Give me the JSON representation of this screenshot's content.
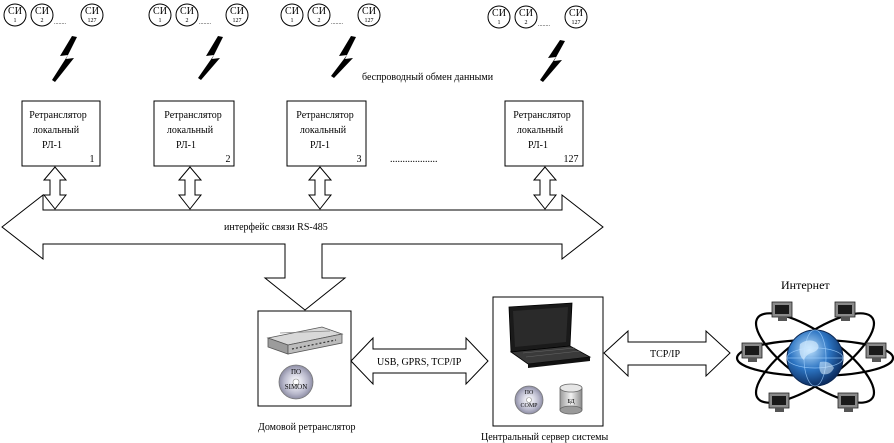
{
  "sensor_groups": [
    {
      "labels": [
        "СИ",
        "СИ",
        "СИ"
      ],
      "indices": [
        "1",
        "2",
        "127"
      ],
      "dots": "........"
    },
    {
      "labels": [
        "СИ",
        "СИ",
        "СИ"
      ],
      "indices": [
        "1",
        "2",
        "127"
      ],
      "dots": "........"
    },
    {
      "labels": [
        "СИ",
        "СИ",
        "СИ"
      ],
      "indices": [
        "1",
        "2",
        "127"
      ],
      "dots": "........"
    },
    {
      "labels": [
        "СИ",
        "СИ",
        "СИ"
      ],
      "indices": [
        "1",
        "2",
        "127"
      ],
      "dots": "........"
    }
  ],
  "wireless_label": "беспроводный обмен данными",
  "repeaters": [
    {
      "line1": "Ретранслятор",
      "line2": "локальный",
      "line3": "РЛ-1",
      "number": "1"
    },
    {
      "line1": "Ретранслятор",
      "line2": "локальный",
      "line3": "РЛ-1",
      "number": "2"
    },
    {
      "line1": "Ретранслятор",
      "line2": "локальный",
      "line3": "РЛ-1",
      "number": "3"
    },
    {
      "line1": "Ретранслятор",
      "line2": "локальный",
      "line3": "РЛ-1",
      "number": "127"
    }
  ],
  "repeater_gap_dots": "...................",
  "bus_label": "интерфейс связи RS-485",
  "home_repeater": {
    "disc_line1": "ПО",
    "disc_line2": "SIMON",
    "caption": "Домовой ретранслятор"
  },
  "link_home_server": "USB, GPRS, TCP/IP",
  "server": {
    "disc_label_1": "ПО",
    "disc_label_2": "COMP",
    "db_label": "БД",
    "caption": "Центральный сервер системы"
  },
  "link_server_internet": "TCP/IP",
  "internet_label": "Интернет",
  "colors": {
    "line": "#000000",
    "background": "#ffffff",
    "globe": "#1f5fa8",
    "disc": "#c9c9d6"
  }
}
